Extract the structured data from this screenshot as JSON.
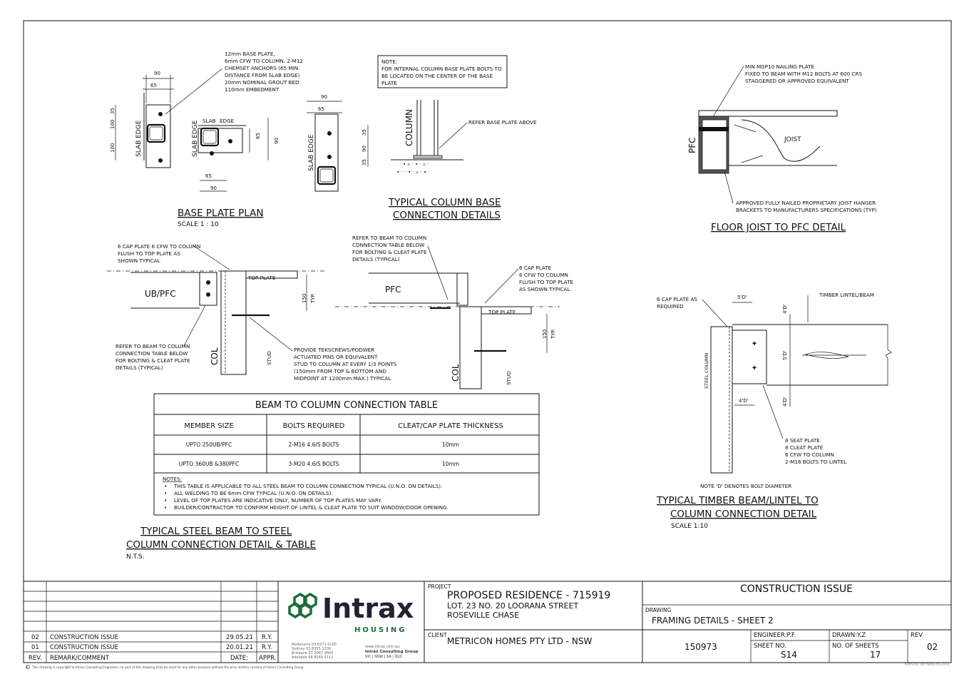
{
  "details": {
    "base_plate": {
      "note": [
        "12mm BASE PLATE,",
        "6mm CFW TO COLUMN. 2-M12",
        "CHEMSET ANCHORS (65 MIN.",
        "DISTANCE FROM SLAB EDGE)",
        "20mm NOMINAL GROUT BED",
        "110mm EMBEDMENT"
      ],
      "dim_90": "90",
      "dim_65": "65",
      "dim_35": "35",
      "dim_100": "100",
      "slab_edge": "SLAB EDGE",
      "slab": "SLAB",
      "edge": "EDGE",
      "title": "BASE PLATE PLAN",
      "scale": "SCALE 1 : 10"
    },
    "column_base": {
      "note": [
        "NOTE:",
        "FOR INTERNAL COLUMN BASE PLATE BOLTS TO",
        "BE LOCATED ON THE  CENTER OF THE BASE",
        "PLATE"
      ],
      "column": "COLUMN",
      "refer": "REFER BASE PLATE ABOVE",
      "title": [
        "TYPICAL COLUMN BASE",
        "CONNECTION DETAILS"
      ]
    },
    "floor_joist": {
      "note_top": [
        "MIN MGP10 NAILING PLATE",
        "FIXED TO BEAM WITH M12 BOLTS AT 600 CRS",
        "STAGGERED OR APPROVED EQUIVALENT"
      ],
      "pfc": "PFC",
      "joist": "JOIST",
      "note_bottom": [
        "APPROVED FULLY NAILED PROPRIETARY JOIST HANGER",
        "BRACKETS TO MANUFACTURERS SPECIFICATIONS (TYP)"
      ],
      "title": "FLOOR JOIST TO PFC DETAIL"
    },
    "steel_beam": {
      "cap_note": [
        "6 CAP PLATE 6 CFW TO COLUMN",
        "FLUSH TO TOP PLATE AS",
        "SHOWN TYPICAL"
      ],
      "ub_pfc": "UB/PFC",
      "top_plate": "TOP PLATE",
      "dim_150": "150",
      "typ": "TYP.",
      "refer_note": [
        "REFER TO BEAM TO COLUMN",
        "CONNECTION TABLE BELOW",
        "FOR BOLTING & CLEAT PLATE",
        "DETAILS (TYPICAL)"
      ],
      "col": "COL",
      "stud": "STUD",
      "provide_note": [
        "PROVIDE TEKSCREWS/PODWER",
        "ACTUATED PINS OR EQUIVALENT",
        "STUD TO COLUMN AT EVERY 1/3 POINTS",
        "(150mm FROM TOP & BOTTOM AND",
        "MIDPOINT AT 1200mm MAX.) TYPICAL"
      ],
      "refer_note2": [
        "REFER TO BEAM TO COLUMN",
        "CONNECTION TABLE BELOW",
        "FOR BOLTING & CLEAT PLATE",
        "DETAILS (TYPICAL)"
      ],
      "pfc": "PFC",
      "cap_note2": [
        "6 CAP PLATE",
        "6 CFW TO COLUMN",
        "FLUSH TO TOP PLATE",
        "AS SHOWN TYPICAL"
      ],
      "title": [
        "TYPICAL STEEL BEAM TO STEEL",
        "COLUMN CONNECTION DETAIL & TABLE"
      ],
      "nts": "N.T.S."
    },
    "table": {
      "title": "BEAM TO COLUMN CONNECTION TABLE",
      "headers": [
        "MEMBER SIZE",
        "BOLTS REQUIRED",
        "CLEAT/CAP PLATE THICKNESS"
      ],
      "rows": [
        [
          "UPTO 250UB/PFC",
          "2-M16 4.6/S BOLTS",
          "10mm"
        ],
        [
          "UPTO 360UB &380PFC",
          "3-M20 4.6/S BOLTS",
          "10mm"
        ]
      ],
      "notes_label": "NOTES:",
      "notes": [
        "THIS TABLE IS APPLICABLE TO ALL STEEL BEAM TO COLUMN  CONNECTION TYPICAL (U.N.O. ON DETAILS).",
        "ALL WELDING TO BE 6mm CFW TYPICAL (U.N.O. ON DETAILS).",
        "LEVEL OF TOP PLATES ARE INDICATIVE ONLY, NUMBER OF TOP PLATES MAY VARY.",
        "BUILDER/CONTRACTOR TO CONFIRM HEIGHT OF LINTEL & CLEAT PLATE TO SUIT WINDOW/DOOR OPENING."
      ]
    },
    "timber_beam": {
      "cap_note": [
        "6 CAP PLATE AS",
        "REQUIRED"
      ],
      "lintel": "TIMBER LINTEL/BEAM",
      "d5": "5'D'",
      "d4": "4'D'",
      "steel_column": "STEEL COLUMN",
      "plate_note": [
        "8 SEAT PLATE",
        "8 CLEAT PLATE",
        "6 CFW TO COLUMN",
        "2-M16 BOLTS TO LINTEL"
      ],
      "d_note": "NOTE 'D' DENOTES BOLT DIAMETER",
      "title": [
        "TYPICAL TIMBER BEAM/LINTEL TO",
        "COLUMN CONNECTION DETAIL"
      ],
      "scale": "SCALE 1:10"
    }
  },
  "title_block": {
    "revisions": [
      {
        "rev": "02",
        "remark": "CONSTRUCTION ISSUE",
        "date": "29.05.21",
        "appr": "R.Y."
      },
      {
        "rev": "01",
        "remark": "CONSTRUCTION ISSUE",
        "date": "20.01.21",
        "appr": "R.Y."
      }
    ],
    "rev_header": {
      "rev": "REV.",
      "remark": "REMARK/COMMENT",
      "date": "DATE:",
      "appr": "APPR."
    },
    "logo": {
      "name": "Intrax",
      "sub": "HOUSING",
      "offices": [
        "Melbourne  03 8371 0100",
        "Sydney     02 8355 1200",
        "Brisbane   07 3067 0600",
        "Adelaide   08 8169 0112"
      ],
      "web": "www.intrax.com.au",
      "group": "Intrax Consulting Group",
      "states": "VIC | NSW | SA | QLD"
    },
    "project_label": "PROJECT",
    "project": "PROPOSED RESIDENCE - 715919",
    "address1": "LOT. 23 NO. 20 LOORANA STREET",
    "address2": "ROSEVILLE CHASE",
    "client_label": "CLIENT",
    "client": "METRICON HOMES PTY LTD - NSW",
    "status": "CONSTRUCTION ISSUE",
    "drawing_label": "DRAWING",
    "drawing": "FRAMING DETAILS - SHEET 2",
    "job": "150973",
    "engineer": "ENGINEER:P.F.",
    "drawn": "DRAWN:Y.Z",
    "rev_label": "REV",
    "rev": "02",
    "sheet_no_label": "SHEET NO.",
    "sheet_no": "S14",
    "sheets_label": "NO. OF SHEETS",
    "sheets": "17",
    "copyright": "This drawing is copyright to Intrax Consulting Engineers, no part of this drawing shall be used for any other purpose without the prior written consent of Intrax Consulting Group.",
    "footer_code": "TEMPLATE: INT-TEMPLATE-A3-V1"
  },
  "colors": {
    "brand": "#1e6b3a",
    "line": "#111111"
  }
}
